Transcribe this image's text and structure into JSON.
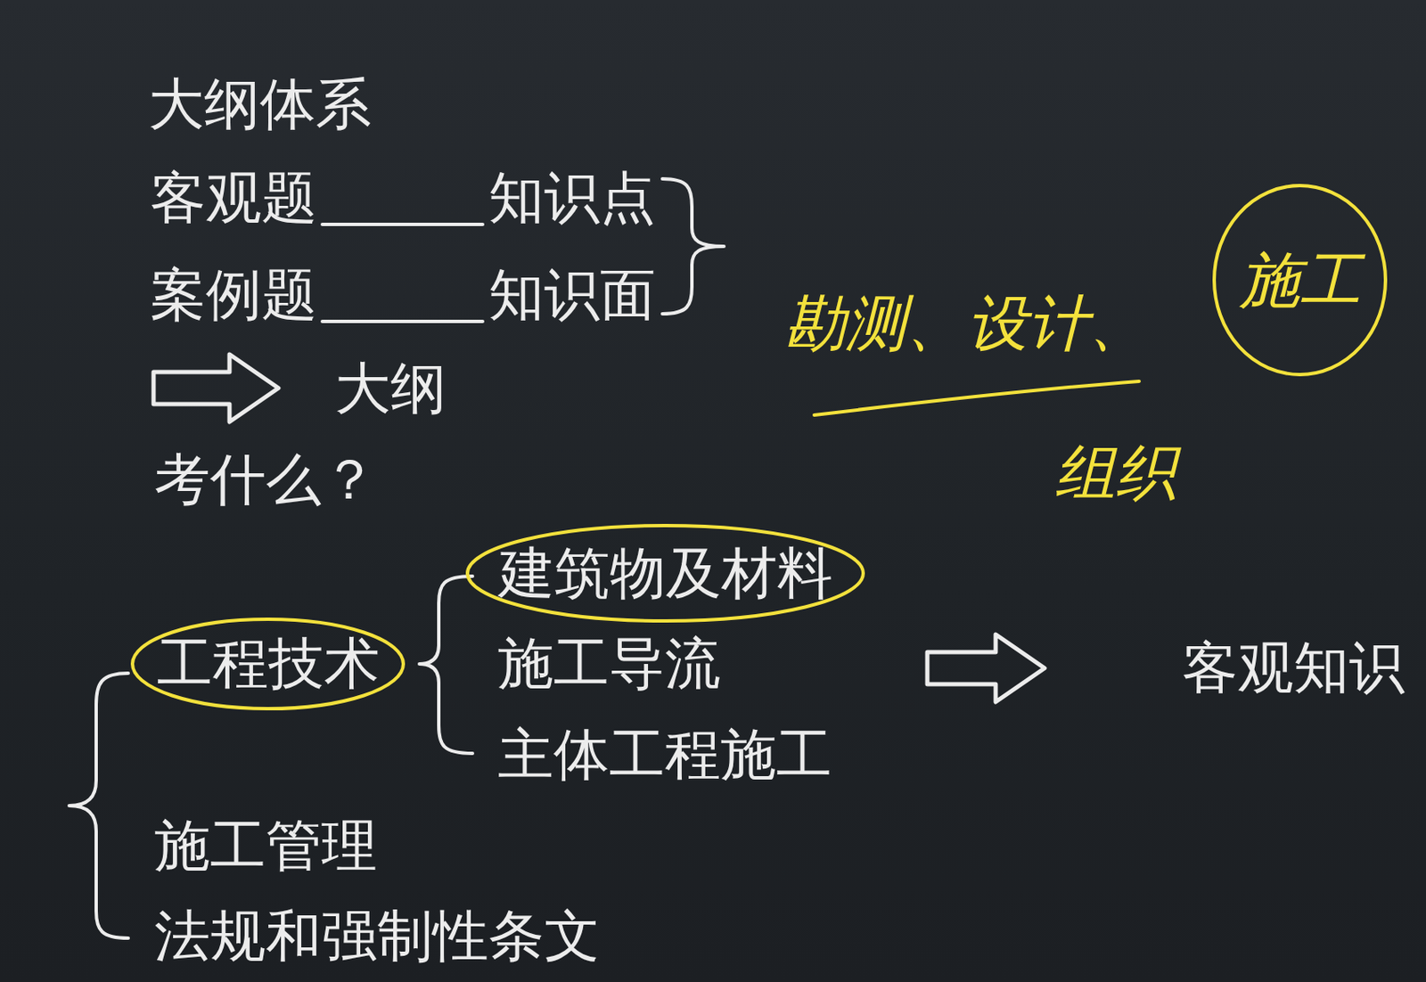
{
  "diagram": {
    "title": "大纲体系",
    "nodes": [
      {
        "text": [
          "施工"
        ]
      },
      {
        "text": [
          "工程技术"
        ]
      },
      {
        "text": [
          "建筑物及材料"
        ]
      }
    ],
    "labels": [
      "客观题",
      "知识点",
      "案例题",
      "知识面",
      "大纲",
      "勘测、设计、",
      "考什么？",
      "组织",
      "施工导流",
      "客观知识",
      "主体工程施工",
      "施工管理",
      "法规和强制性条文"
    ]
  }
}
